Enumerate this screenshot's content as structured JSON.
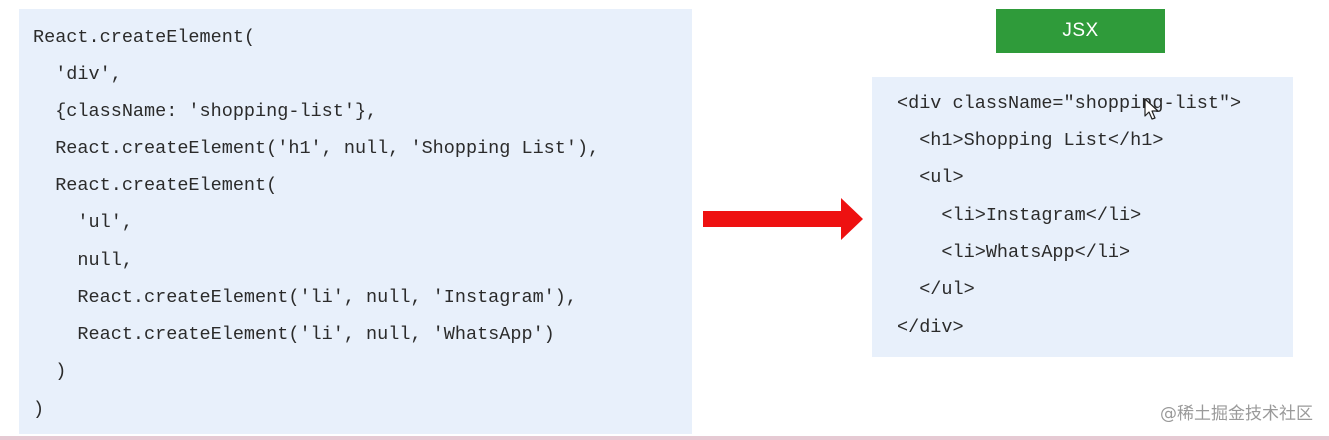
{
  "left_code": {
    "lines": [
      "React.createElement(",
      "  'div',",
      "  {className: 'shopping-list'},",
      "  React.createElement('h1', null, 'Shopping List'),",
      "  React.createElement(",
      "    'ul',",
      "    null,",
      "    React.createElement('li', null, 'Instagram'),",
      "    React.createElement('li', null, 'WhatsApp')",
      "  )",
      ")"
    ]
  },
  "jsx_badge": {
    "label": "JSX",
    "color": "#2f9b3a"
  },
  "right_code": {
    "lines": [
      "<div className=\"shopping-list\">",
      "  <h1>Shopping List</h1>",
      "  <ul>",
      "    <li>Instagram</li>",
      "    <li>WhatsApp</li>",
      "  </ul>",
      "</div>"
    ]
  },
  "arrow": {
    "icon": "right-arrow-icon",
    "color": "#ee1111"
  },
  "cursor": {
    "icon": "mouse-pointer-icon"
  },
  "watermark": {
    "text": "@稀土掘金技术社区"
  },
  "colors": {
    "panel_bg": "#e8f0fb",
    "code_text": "#2b2b2b"
  }
}
